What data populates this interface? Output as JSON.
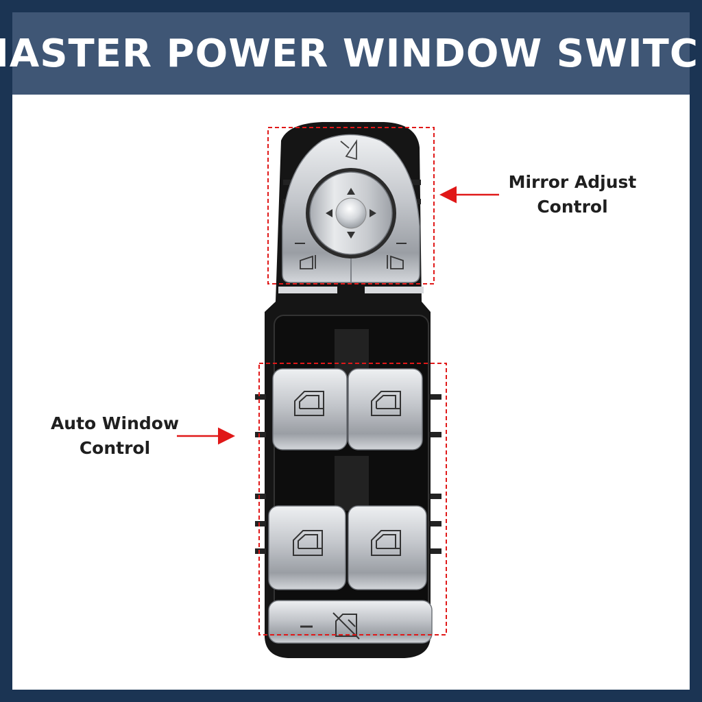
{
  "header": {
    "title": "MASTER POWER WINDOW SWITCH"
  },
  "callouts": {
    "mirror": {
      "line1": "Mirror Adjust",
      "line2": "Control"
    },
    "window": {
      "line1": "Auto Window",
      "line2": "Control"
    }
  },
  "colors": {
    "border": "#1b3453",
    "banner": "#3f5675",
    "callout": "#e01818",
    "chrome": "#c9ccd1",
    "housing": "#151515"
  },
  "icons": [
    "mirror-select-icon",
    "arrow-up-icon",
    "arrow-down-icon",
    "arrow-left-icon",
    "arrow-right-icon",
    "left-mirror-icon",
    "right-mirror-icon",
    "window-icon",
    "window-lock-icon"
  ]
}
